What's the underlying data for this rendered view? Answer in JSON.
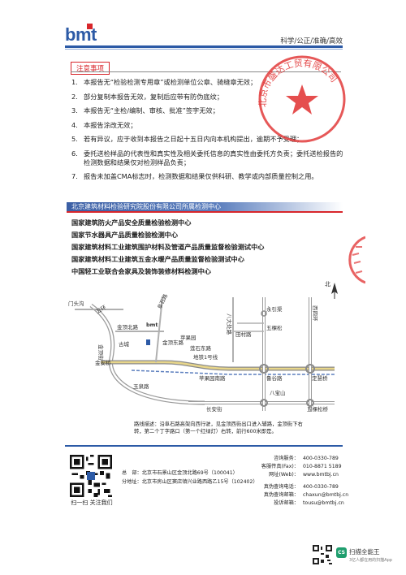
{
  "header": {
    "logo": "bmt",
    "slogan": "科学/公正/准确/高效"
  },
  "notice": {
    "title": "注意事项",
    "items": [
      {
        "num": "1.",
        "text": "本报告无“检验检测专用章”或检测单位公章、骑缝章无效；"
      },
      {
        "num": "2.",
        "text": "部分复制本报告无效，复制后应带有防伪底纹；"
      },
      {
        "num": "3.",
        "text": "本报告无“主检/编制、审核、批准”签字无效；"
      },
      {
        "num": "4.",
        "text": "本报告涂改无效；"
      },
      {
        "num": "5.",
        "text": "若有异议，应于收到本报告之日起十五日内向本机构提出，逾期不予受理；"
      },
      {
        "num": "6.",
        "text": "委托送检样品的代表性和真实性及相关委托信息的真实性由委托方负责；委托送检报告的检测数据和结果仅对检测样品负责；"
      },
      {
        "num": "7.",
        "text": "报告未加盖CMA标志时，检测数据和结果仅供科研、教学或内部质量控制之用。"
      }
    ]
  },
  "stamp": {
    "text": "北京市盛达工贸有限公司"
  },
  "institute": {
    "banner": "北京建筑材料检验研究院股份有限公司所属检测中心",
    "centers": [
      "国家建筑防火产品安全质量检验检测中心",
      "国家节水器具产品质量检验检测中心",
      "国家建筑材料工业建筑围护材料及管道产品质量监督检验测试中心",
      "国家建筑材料工业建筑五金水暖产品质量监督检验测试中心",
      "中国轻工业联合会家具及装饰装修材料检测中心"
    ]
  },
  "map": {
    "north": "北",
    "labels": {
      "menchengyan": "门头沟",
      "ring5": "五环",
      "jinding_n": "金顶北路",
      "jinding": "金顶街",
      "jinan": "金安桥",
      "jinyuan": "金顶东路",
      "bmt": "bmt",
      "shijing": "石景山路",
      "pingguo": "苹果园",
      "pingguo_loop": "苹果园南路",
      "bajiao": "八大处路",
      "babao": "八宝山",
      "tianfuzhuang": "田村路",
      "yongding": "永引渠",
      "wuke": "五棵松",
      "xisihuan": "西四环",
      "lugu": "鲁谷路",
      "changan": "长安街",
      "dingsi": "定慧桥",
      "wukesong": "五棵松桥",
      "jinshan": "阜石路",
      "gucheng": "古城",
      "yuquan": "玉泉路",
      "shijingshan_rd": "莲石东路",
      "metro": "地铁1号线"
    },
    "route_note": "路线描述：沿阜石路高架向西行驶，见金顶西街出口进入辅路，金顶街下右转，第二个丁字路口（第一个红绿灯）右转，前行600米即是。"
  },
  "footer": {
    "qr_caption": "扫一扫 关注我们",
    "address": {
      "hq_label": "总　部：",
      "hq": "北京市石景山区金顶北路69号（100041）",
      "branch_label": "分地址：",
      "branch": "北京市房山区窦店镇兴业路西路乙15号（102402）"
    },
    "contact": [
      {
        "label": "咨询服务：",
        "value": "400-0330-789"
      },
      {
        "label": "客服传真(Fax)：",
        "value": "010-8871 5189"
      },
      {
        "label": "网址(Web)：",
        "value": "www.bmtbj.cn"
      },
      {
        "label": "",
        "value": ""
      },
      {
        "label": "真伪查询电话：",
        "value": "400-0330-789"
      },
      {
        "label": "真伪查询邮箱：",
        "value": "chaxun@bmtbj.cn"
      },
      {
        "label": "投诉邮箱：",
        "value": "tousu@bmtbj.cn"
      }
    ]
  },
  "scanner": {
    "badge": "CS",
    "name": "扫描全能王",
    "sub": "3亿人都在用的扫描App"
  }
}
